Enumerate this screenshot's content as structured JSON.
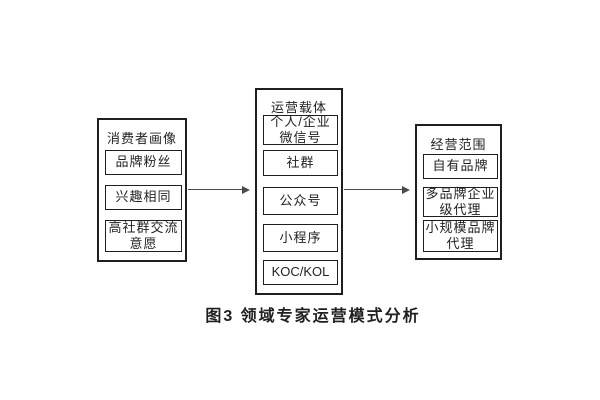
{
  "caption": "图3  领域专家运营模式分析",
  "groups": [
    {
      "title": "消费者画像",
      "items": [
        "品牌粉丝",
        "兴趣相同",
        "高社群交流意愿"
      ]
    },
    {
      "title": "运营载体",
      "items": [
        "个人/企业微信号",
        "社群",
        "公众号",
        "小程序",
        "KOC/KOL"
      ]
    },
    {
      "title": "经营范围",
      "items": [
        "自有品牌",
        "多品牌企业级代理",
        "小规模品牌代理"
      ]
    }
  ],
  "connectors": [
    {
      "name": "consumer-portrait-to-operation-carrier",
      "direction": "right"
    },
    {
      "name": "operation-carrier-to-business-scope",
      "direction": "right"
    }
  ],
  "colors": {
    "background": "#ffffff",
    "border": "#1f1f1f",
    "text": "#1f1f1f",
    "arrow": "#4a4a4a"
  }
}
